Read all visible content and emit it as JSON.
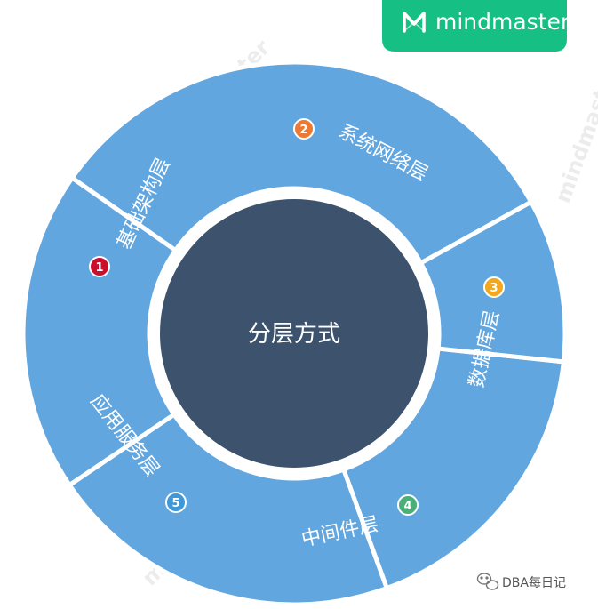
{
  "brand": {
    "name": "mindmaster",
    "color": "#16C084",
    "icon": "mindmaster-logo-icon"
  },
  "center": {
    "label": "分层方式",
    "color": "#3C526D"
  },
  "ring": {
    "color": "#62A6E0",
    "separator": "#ffffff"
  },
  "segments": [
    {
      "number": "1",
      "label": "基础架构层",
      "badge_color": "#C8102E"
    },
    {
      "number": "2",
      "label": "系统网络层",
      "badge_color": "#EB7A34"
    },
    {
      "number": "3",
      "label": "数据库层",
      "badge_color": "#F2A81E"
    },
    {
      "number": "4",
      "label": "中间件层",
      "badge_color": "#4CAF7A"
    },
    {
      "number": "5",
      "label": "应用服务层",
      "badge_color": "#3E97D6"
    }
  ],
  "watermark": {
    "text": "mindmaster"
  },
  "footer": {
    "text": "DBA每日记",
    "icon": "wechat-icon"
  }
}
